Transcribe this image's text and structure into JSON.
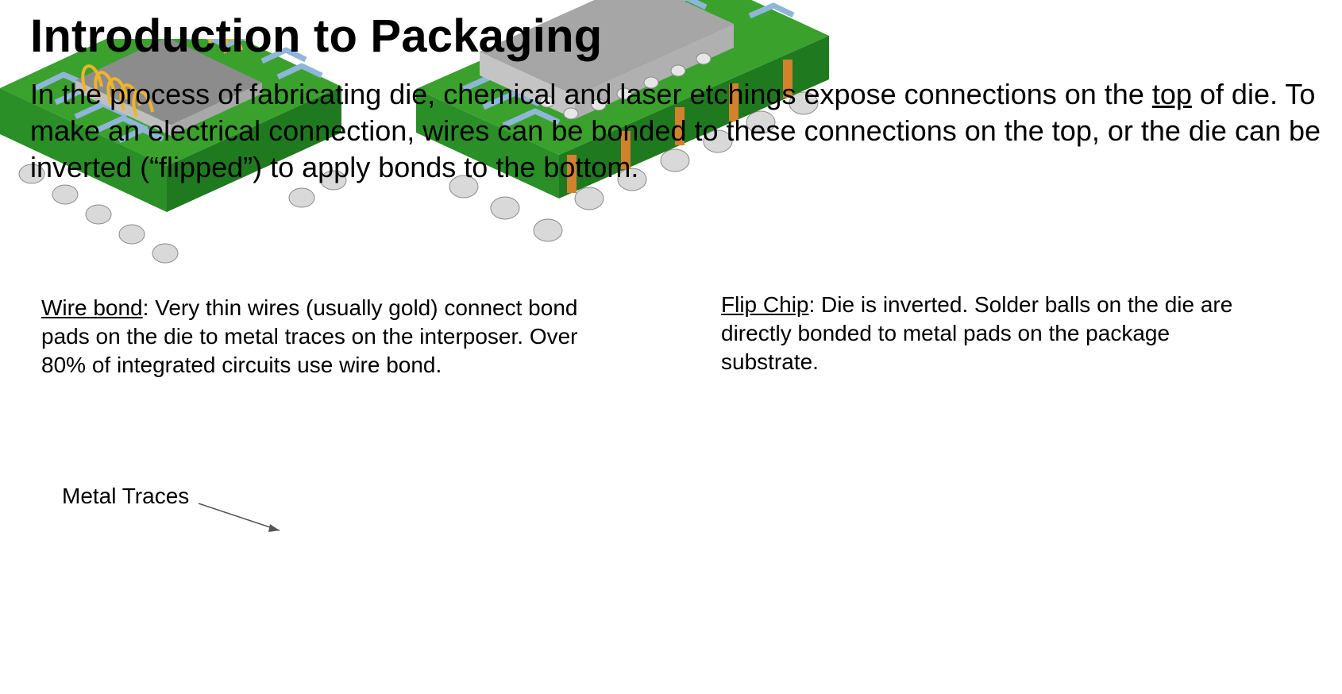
{
  "title": "Introduction to Packaging",
  "intro": {
    "before_top": "In the process of fabricating die, chemical and laser etchings expose connections on the ",
    "top_word": "top",
    "after_top": " of die. To make an electrical connection, wires can be bonded to these connections on the top, or the die can be inverted (“flipped”) to apply bonds to the bottom."
  },
  "wire_bond": {
    "term": "Wire bond",
    "description": ": Very thin wires (usually gold) connect bond pads on the die to metal traces on the interposer. Over 80% of integrated circuits use wire bond.",
    "callout": "Metal Traces"
  },
  "flip_chip": {
    "term": "Flip Chip",
    "description": ": Die is inverted. Solder balls on the die are directly bonded to metal pads on the package substrate."
  },
  "colors": {
    "substrate_top": "#3aa12d",
    "substrate_side": "#1e7a1e",
    "trace": "#8fb6d9",
    "die_top": "#8c8c8c",
    "wire": "#f0b429",
    "solder": "#d9d9d9",
    "via": "#d2812c"
  }
}
